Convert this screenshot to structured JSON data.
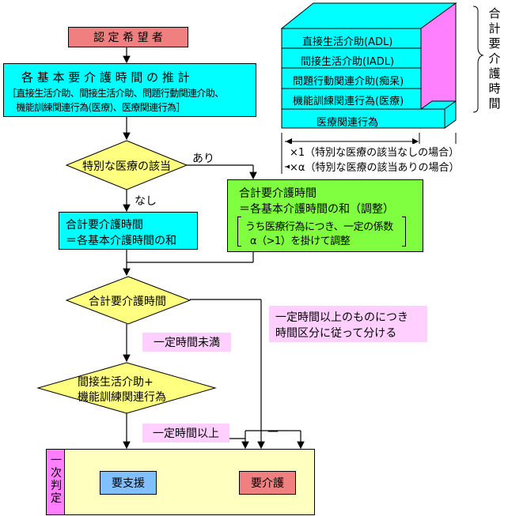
{
  "start_box": "認 定 希 望 者",
  "estimate_box": {
    "title": "各 基 本 要 介 護 時 間 の 推 計",
    "line1": "［直接生活介助、間接生活介助、問題行動関連介助、",
    "line2": "　機能訓練関連行為(医療)、医療関連行為］"
  },
  "decision_special": "特別な医療の該当",
  "label_yes": "あり",
  "label_no": "なし",
  "box_total_normal": {
    "line1": "合計要介護時間",
    "line2": "＝各基本介護時間の和"
  },
  "box_total_adjusted": {
    "line1": "合計要介護時間",
    "line2": "＝各基本介護時間の和（調整）",
    "note1": "うち医療行為につき、一定の係数",
    "note2": "α（>1）を掛けて調整"
  },
  "decision_total": "合計要介護時間",
  "label_under": "一定時間未満",
  "label_over": "一定時間以上",
  "label_dash": "—",
  "decision_indirect": {
    "line1": "間接生活介助+",
    "line2": "機能訓練関連行為"
  },
  "note_classify": {
    "line1": "一定時間以上のものにつき",
    "line2": "時間区分に従って分ける"
  },
  "primary": {
    "tab": [
      "一",
      "次",
      "判",
      "定"
    ],
    "support": "要支援",
    "care": "要介護"
  },
  "stack": {
    "items": [
      "直接生活介助(ADL)",
      "間接生活介助(IADL)",
      "問題行動関連介助(痴呆)",
      "機能訓練関連行為(医療)",
      "医療関連行為"
    ],
    "mult1": "×1（特別な医療の該当なしの場合）",
    "mult_alpha": "×α（特別な医療の該当ありの場合）",
    "side_label": [
      "合",
      "計",
      "要",
      "介",
      "護",
      "時",
      "間"
    ]
  },
  "colors": {
    "start": "#f08080",
    "estimate": "#00ffff",
    "decision": "#ffff80",
    "adjusted": "#80ff40",
    "note": "#ffd0ff",
    "primary": "#ffffc0",
    "tab": "#ff80ff",
    "support": "#80c0ff",
    "care": "#f08080",
    "stack_front": "#00ffff",
    "stack_side": "#ff80ff"
  }
}
